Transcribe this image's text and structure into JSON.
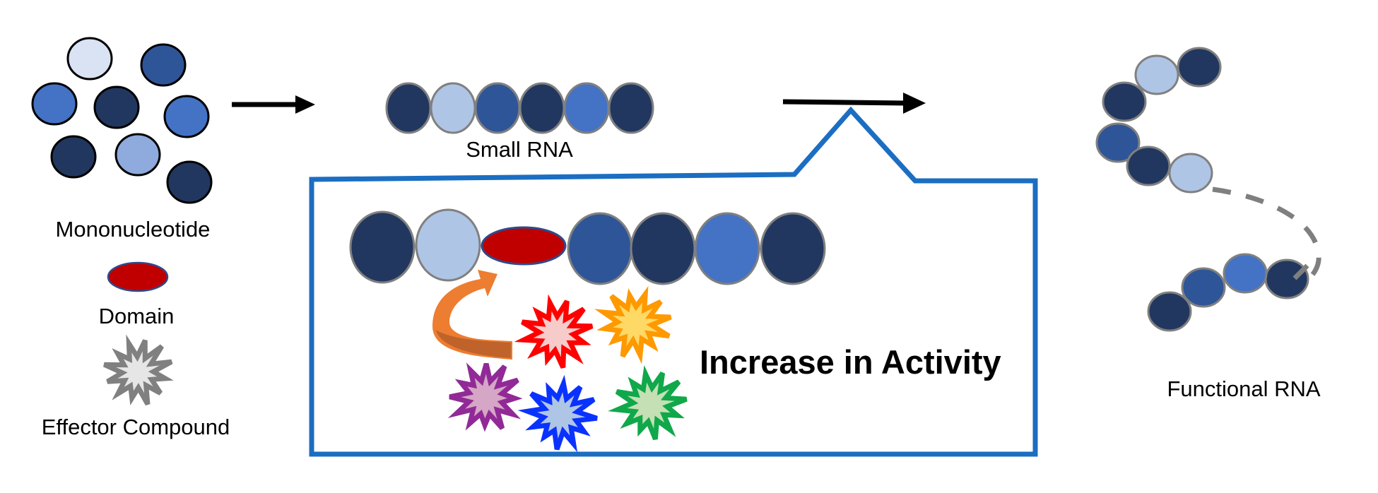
{
  "colors": {
    "navy": "#21375F",
    "medium_blue": "#2E5597",
    "bright_blue": "#4472C4",
    "light_blue": "#AFC5E6",
    "pale_blue": "#DAE3F3",
    "periwinkle": "#8FAADC",
    "domain_red": "#C00000",
    "callout_blue": "#1B6EC2",
    "arrow_orange": "#ED7D31",
    "arrow_orange_dark": "#C0632A",
    "dash_gray": "#7F7F7F"
  },
  "legend": {
    "mononucleotide_label": "Mononucleotide",
    "domain_label": "Domain",
    "effector_label": "Effector Compound",
    "mononucleotides": [
      "pale_blue",
      "medium_blue",
      "bright_blue",
      "navy",
      "bright_blue",
      "navy",
      "periwinkle",
      "navy"
    ]
  },
  "small_rna": {
    "label": "Small RNA",
    "sequence": [
      "navy",
      "light_blue",
      "medium_blue",
      "navy",
      "bright_blue",
      "navy"
    ]
  },
  "callout": {
    "title": "Increase in Activity",
    "chain_sequence": [
      "navy",
      "light_blue",
      "domain",
      "medium_blue",
      "navy",
      "bright_blue",
      "navy"
    ],
    "effector_compounds": [
      {
        "name": "red",
        "stroke": "#FF0000",
        "fill": "#F8CBCB"
      },
      {
        "name": "orange",
        "stroke": "#FF9900",
        "fill": "#FFD966"
      },
      {
        "name": "purple",
        "stroke": "#912A97",
        "fill": "#D5A6C6"
      },
      {
        "name": "blue",
        "stroke": "#0A32FF",
        "fill": "#AFC5E6"
      },
      {
        "name": "green",
        "stroke": "#10A84A",
        "fill": "#C5E0B4"
      }
    ]
  },
  "functional_rna": {
    "label": "Functional RNA",
    "upper_strand": [
      "navy",
      "light_blue",
      "navy",
      "medium_blue",
      "navy",
      "light_blue"
    ],
    "lower_strand": [
      "navy",
      "bright_blue",
      "medium_blue",
      "navy"
    ]
  }
}
